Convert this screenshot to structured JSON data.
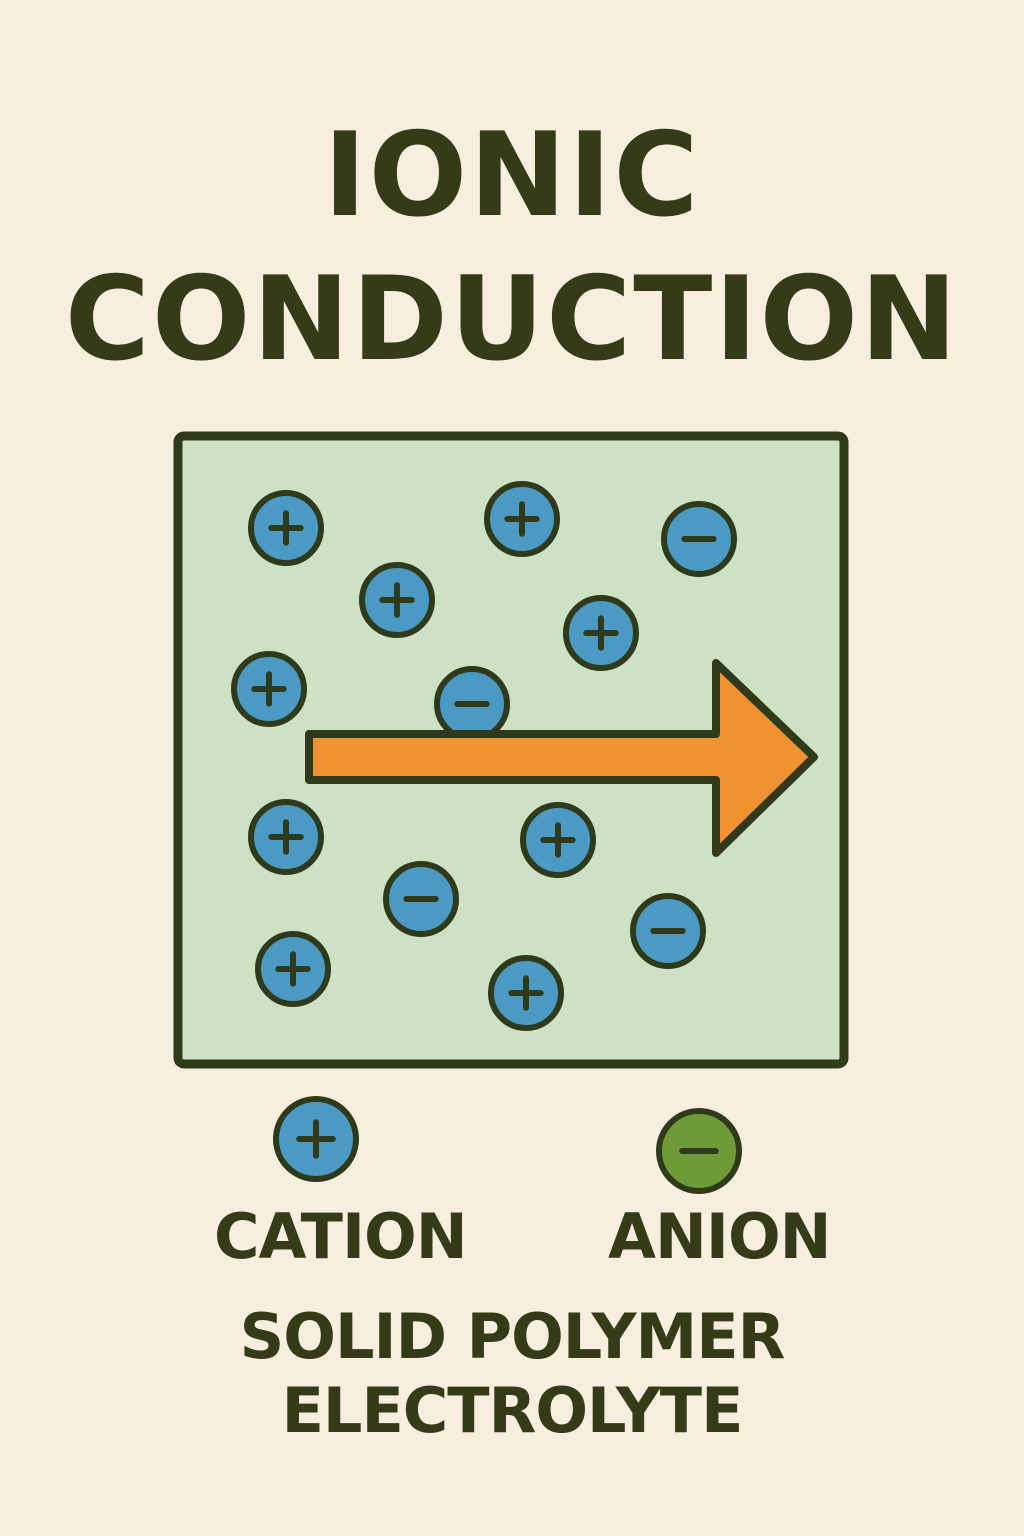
{
  "title": {
    "line1": "IONIC",
    "line2": "CONDUCTION"
  },
  "colors": {
    "background": "#f8eedf",
    "box_fill": "#cde2c4",
    "outline": "#2f3a1a",
    "cation_fill": "#4a9ac4",
    "anion_fill_legend": "#6e9a38",
    "arrow_fill": "#f0922f"
  },
  "icons": {
    "cation": "plus-circle-icon",
    "anion": "minus-circle-icon",
    "direction": "right-arrow-icon"
  },
  "ions": [
    {
      "kind": "cation",
      "sign": "+"
    },
    {
      "kind": "cation",
      "sign": "+"
    },
    {
      "kind": "anion",
      "sign": "−"
    },
    {
      "kind": "cation",
      "sign": "+"
    },
    {
      "kind": "cation",
      "sign": "+"
    },
    {
      "kind": "cation",
      "sign": "+"
    },
    {
      "kind": "anion",
      "sign": "−"
    },
    {
      "kind": "cation",
      "sign": "+"
    },
    {
      "kind": "cation",
      "sign": "+"
    },
    {
      "kind": "anion",
      "sign": "−"
    },
    {
      "kind": "anion",
      "sign": "−"
    },
    {
      "kind": "cation",
      "sign": "+"
    },
    {
      "kind": "cation",
      "sign": "+"
    }
  ],
  "legend": {
    "cation_label": "CATION",
    "anion_label": "ANION"
  },
  "subtitle": {
    "line1": "SOLID POLYMER",
    "line2": "ELECTROLYTE"
  }
}
